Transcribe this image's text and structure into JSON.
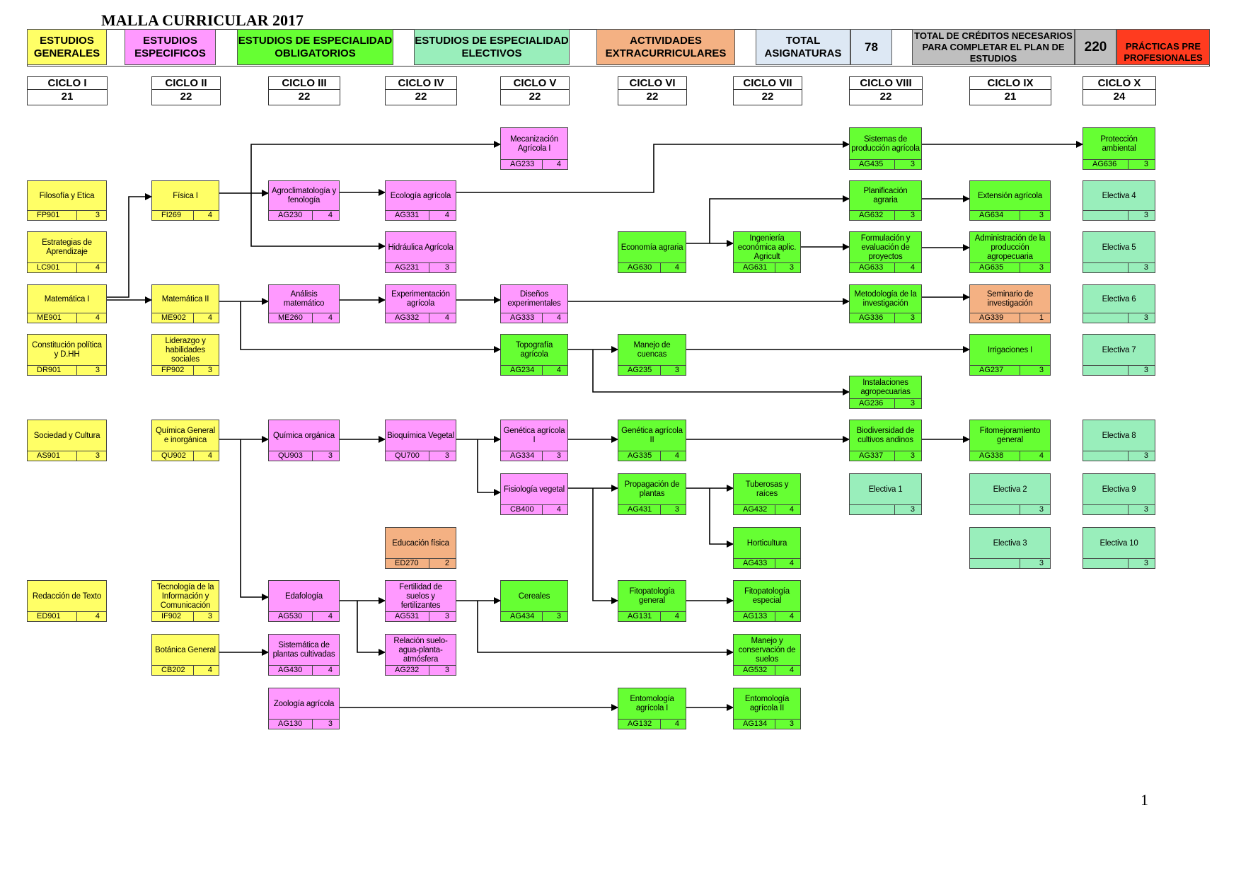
{
  "title": "MALLA CURRICULAR 2017",
  "page_number": "1",
  "colors": {
    "generales": "#ffff66",
    "especificos": "#ff99ff",
    "obligatorios": "#66ff33",
    "electivos": "#99eebb",
    "extracurriculares": "#f4b183",
    "total": "#dde8f4",
    "creditos": "#bfbfbf",
    "practicas": "#ff3b1f"
  },
  "legend": {
    "generales": "ESTUDIOS GENERALES",
    "especificos": "ESTUDIOS ESPECIFICOS",
    "obligatorios": "ESTUDIOS DE ESPECIALIDAD OBLIGATORIOS",
    "electivos": "ESTUDIOS DE ESPECIALIDAD    ELECTIVOS",
    "extracurriculares": "ACTIVIDADES EXTRACURRICULARES",
    "total_label": "TOTAL ASIGNATURAS",
    "total_value": "78",
    "creditos_label": "TOTAL DE CRÉDITOS NECESARIOS PARA COMPLETAR EL PLAN DE ESTUDIOS",
    "creditos_value": "220",
    "practicas": "PRÁCTICAS PRE PROFESIONALES"
  },
  "cycles": [
    {
      "name": "CICLO I",
      "credits": "21"
    },
    {
      "name": "CICLO II",
      "credits": "22"
    },
    {
      "name": "CICLO III",
      "credits": "22"
    },
    {
      "name": "CICLO IV",
      "credits": "22"
    },
    {
      "name": "CICLO V",
      "credits": "22"
    },
    {
      "name": "CICLO VI",
      "credits": "22"
    },
    {
      "name": "CICLO VII",
      "credits": "22"
    },
    {
      "name": "CICLO VIII",
      "credits": "22"
    },
    {
      "name": "CICLO IX",
      "credits": "21"
    },
    {
      "name": "CICLO X",
      "credits": "24"
    }
  ],
  "courses": [
    {
      "id": "FP901",
      "name": "Filosofía y Etica",
      "code": "FP901",
      "credits": "3",
      "type": "generales"
    },
    {
      "id": "LC901",
      "name": "Estrategias de Aprendizaje",
      "code": "LC901",
      "credits": "4",
      "type": "generales"
    },
    {
      "id": "ME901",
      "name": "Matemática  I",
      "code": "ME901",
      "credits": "4",
      "type": "generales"
    },
    {
      "id": "DR901",
      "name": "Constitución política y D.HH",
      "code": "DR901",
      "credits": "3",
      "type": "generales"
    },
    {
      "id": "AS901",
      "name": "Sociedad y Cultura",
      "code": "AS901",
      "credits": "3",
      "type": "generales"
    },
    {
      "id": "ED901",
      "name": "Redacción de Texto",
      "code": "ED901",
      "credits": "4",
      "type": "generales"
    },
    {
      "id": "FI269",
      "name": "Física I",
      "code": "FI269",
      "credits": "4",
      "type": "generales"
    },
    {
      "id": "ME902",
      "name": "Matemática II",
      "code": "ME902",
      "credits": "4",
      "type": "generales"
    },
    {
      "id": "FP902",
      "name": "Liderazgo y habilidades sociales",
      "code": "FP902",
      "credits": "3",
      "type": "generales"
    },
    {
      "id": "QU902",
      "name": "Química General e inorgánica",
      "code": "QU902",
      "credits": "4",
      "type": "generales"
    },
    {
      "id": "IF902",
      "name": "Tecnología de la Información y Comunicación",
      "code": "IF902",
      "credits": "3",
      "type": "generales"
    },
    {
      "id": "CB202",
      "name": "Botánica General",
      "code": "CB202",
      "credits": "4",
      "type": "generales"
    },
    {
      "id": "AG230",
      "name": "Agroclimatología y fenología",
      "code": "AG230",
      "credits": "4",
      "type": "especificos"
    },
    {
      "id": "ME260",
      "name": "Análisis matemático",
      "code": "ME260",
      "credits": "4",
      "type": "especificos"
    },
    {
      "id": "QU903",
      "name": "Química orgánica",
      "code": "QU903",
      "credits": "3",
      "type": "especificos"
    },
    {
      "id": "AG530",
      "name": "Edafología",
      "code": "AG530",
      "credits": "4",
      "type": "especificos"
    },
    {
      "id": "AG430",
      "name": "Sistemática de plantas cultivadas",
      "code": "AG430",
      "credits": "4",
      "type": "especificos"
    },
    {
      "id": "AG130",
      "name": "Zoología agrícola",
      "code": "AG130",
      "credits": "3",
      "type": "especificos"
    },
    {
      "id": "AG331",
      "name": "Ecología agrícola",
      "code": "AG331",
      "credits": "4",
      "type": "especificos"
    },
    {
      "id": "AG231",
      "name": "Hidráulica Agrícola",
      "code": "AG231",
      "credits": "3",
      "type": "especificos"
    },
    {
      "id": "AG332",
      "name": "Experimentación agrícola",
      "code": "AG332",
      "credits": "4",
      "type": "especificos"
    },
    {
      "id": "QU700",
      "name": "Bioquímica Vegetal",
      "code": "QU700",
      "credits": "3",
      "type": "especificos"
    },
    {
      "id": "ED270",
      "name": "Educación física",
      "code": "ED270",
      "credits": "2",
      "type": "extracurriculares"
    },
    {
      "id": "AG531",
      "name": "Fertilidad de suelos y fertilizantes",
      "code": "AG531",
      "credits": "3",
      "type": "especificos"
    },
    {
      "id": "AG232",
      "name": "Relación suelo-agua-planta-atmósfera",
      "code": "AG232",
      "credits": "3",
      "type": "especificos"
    },
    {
      "id": "AG233",
      "name": "Mecanización Agrícola I",
      "code": "AG233",
      "credits": "4",
      "type": "especificos"
    },
    {
      "id": "AG333",
      "name": "Diseños experimentales",
      "code": "AG333",
      "credits": "4",
      "type": "especificos"
    },
    {
      "id": "AG234",
      "name": "Topografía agrícola",
      "code": "AG234",
      "credits": "4",
      "type": "obligatorios"
    },
    {
      "id": "AG334",
      "name": "Genética agrícola I",
      "code": "AG334",
      "credits": "3",
      "type": "especificos"
    },
    {
      "id": "CB400",
      "name": "Fisiología vegetal",
      "code": "CB400",
      "credits": "4",
      "type": "especificos"
    },
    {
      "id": "AG434",
      "name": "Cereales",
      "code": "AG434",
      "credits": "3",
      "type": "obligatorios"
    },
    {
      "id": "AG630",
      "name": "Economía agraria",
      "code": "AG630",
      "credits": "4",
      "type": "obligatorios"
    },
    {
      "id": "AG235",
      "name": "Manejo de cuencas",
      "code": "AG235",
      "credits": "3",
      "type": "obligatorios"
    },
    {
      "id": "AG335",
      "name": "Genética agrícola II",
      "code": "AG335",
      "credits": "4",
      "type": "obligatorios"
    },
    {
      "id": "AG431",
      "name": "Propagación de plantas",
      "code": "AG431",
      "credits": "3",
      "type": "obligatorios"
    },
    {
      "id": "AG131",
      "name": "Fitopatología general",
      "code": "AG131",
      "credits": "4",
      "type": "obligatorios"
    },
    {
      "id": "AG132",
      "name": "Entomología agrícola I",
      "code": "AG132",
      "credits": "4",
      "type": "obligatorios"
    },
    {
      "id": "AG631",
      "name": "Ingeniería económica aplic. Agricult",
      "code": "AG631",
      "credits": "3",
      "type": "obligatorios"
    },
    {
      "id": "AG432",
      "name": "Tuberosas y raíces",
      "code": "AG432",
      "credits": "4",
      "type": "obligatorios"
    },
    {
      "id": "AG433",
      "name": "Horticultura",
      "code": "AG433",
      "credits": "4",
      "type": "obligatorios"
    },
    {
      "id": "AG133",
      "name": "Fitopatología especial",
      "code": "AG133",
      "credits": "4",
      "type": "obligatorios"
    },
    {
      "id": "AG532",
      "name": "Manejo y conservación de suelos",
      "code": "AG532",
      "credits": "4",
      "type": "obligatorios"
    },
    {
      "id": "AG134",
      "name": "Entomología agrícola II",
      "code": "AG134",
      "credits": "3",
      "type": "obligatorios"
    },
    {
      "id": "AG435",
      "name": "Sistemas de producción agrícola",
      "code": "AG435",
      "credits": "3",
      "type": "obligatorios"
    },
    {
      "id": "AG632",
      "name": "Planificación agraria",
      "code": "AG632",
      "credits": "3",
      "type": "obligatorios"
    },
    {
      "id": "AG633",
      "name": "Formulación y evaluación de proyectos",
      "code": "AG633",
      "credits": "4",
      "type": "obligatorios"
    },
    {
      "id": "AG336",
      "name": "Metodología de la investigación",
      "code": "AG336",
      "credits": "3",
      "type": "obligatorios"
    },
    {
      "id": "AG236",
      "name": "Instalaciones agropecuarias",
      "code": "AG236",
      "credits": "3",
      "type": "obligatorios"
    },
    {
      "id": "AG337",
      "name": "Biodiversidad de cultivos andinos",
      "code": "AG337",
      "credits": "3",
      "type": "obligatorios"
    },
    {
      "id": "E1",
      "name": "Electiva  1",
      "code": "",
      "credits": "3",
      "type": "electivos"
    },
    {
      "id": "AG634",
      "name": "Extensión agrícola",
      "code": "AG634",
      "credits": "3",
      "type": "obligatorios"
    },
    {
      "id": "AG635",
      "name": "Administración de la producción agropecuaria",
      "code": "AG635",
      "credits": "3",
      "type": "obligatorios"
    },
    {
      "id": "AG339",
      "name": "Seminario de investigación",
      "code": "AG339",
      "credits": "1",
      "type": "extracurriculares"
    },
    {
      "id": "AG237",
      "name": "Irrigaciones I",
      "code": "AG237",
      "credits": "3",
      "type": "obligatorios"
    },
    {
      "id": "AG338",
      "name": "Fitomejoramiento general",
      "code": "AG338",
      "credits": "4",
      "type": "obligatorios"
    },
    {
      "id": "E2",
      "name": "Electiva  2",
      "code": "",
      "credits": "3",
      "type": "electivos"
    },
    {
      "id": "E3",
      "name": "Electiva  3",
      "code": "",
      "credits": "3",
      "type": "electivos"
    },
    {
      "id": "AG636",
      "name": "Protección ambiental",
      "code": "AG636",
      "credits": "3",
      "type": "obligatorios"
    },
    {
      "id": "E4",
      "name": "Electiva  4",
      "code": "",
      "credits": "3",
      "type": "electivos"
    },
    {
      "id": "E5",
      "name": "Electiva  5",
      "code": "",
      "credits": "3",
      "type": "electivos"
    },
    {
      "id": "E6",
      "name": "Electiva  6",
      "code": "",
      "credits": "3",
      "type": "electivos"
    },
    {
      "id": "E7",
      "name": "Electiva  7",
      "code": "",
      "credits": "3",
      "type": "electivos"
    },
    {
      "id": "E8",
      "name": "Electiva  8",
      "code": "",
      "credits": "3",
      "type": "electivos"
    },
    {
      "id": "E9",
      "name": "Electiva  9",
      "code": "",
      "credits": "3",
      "type": "electivos"
    },
    {
      "id": "E10",
      "name": "Electiva  10",
      "code": "",
      "credits": "3",
      "type": "electivos"
    }
  ]
}
